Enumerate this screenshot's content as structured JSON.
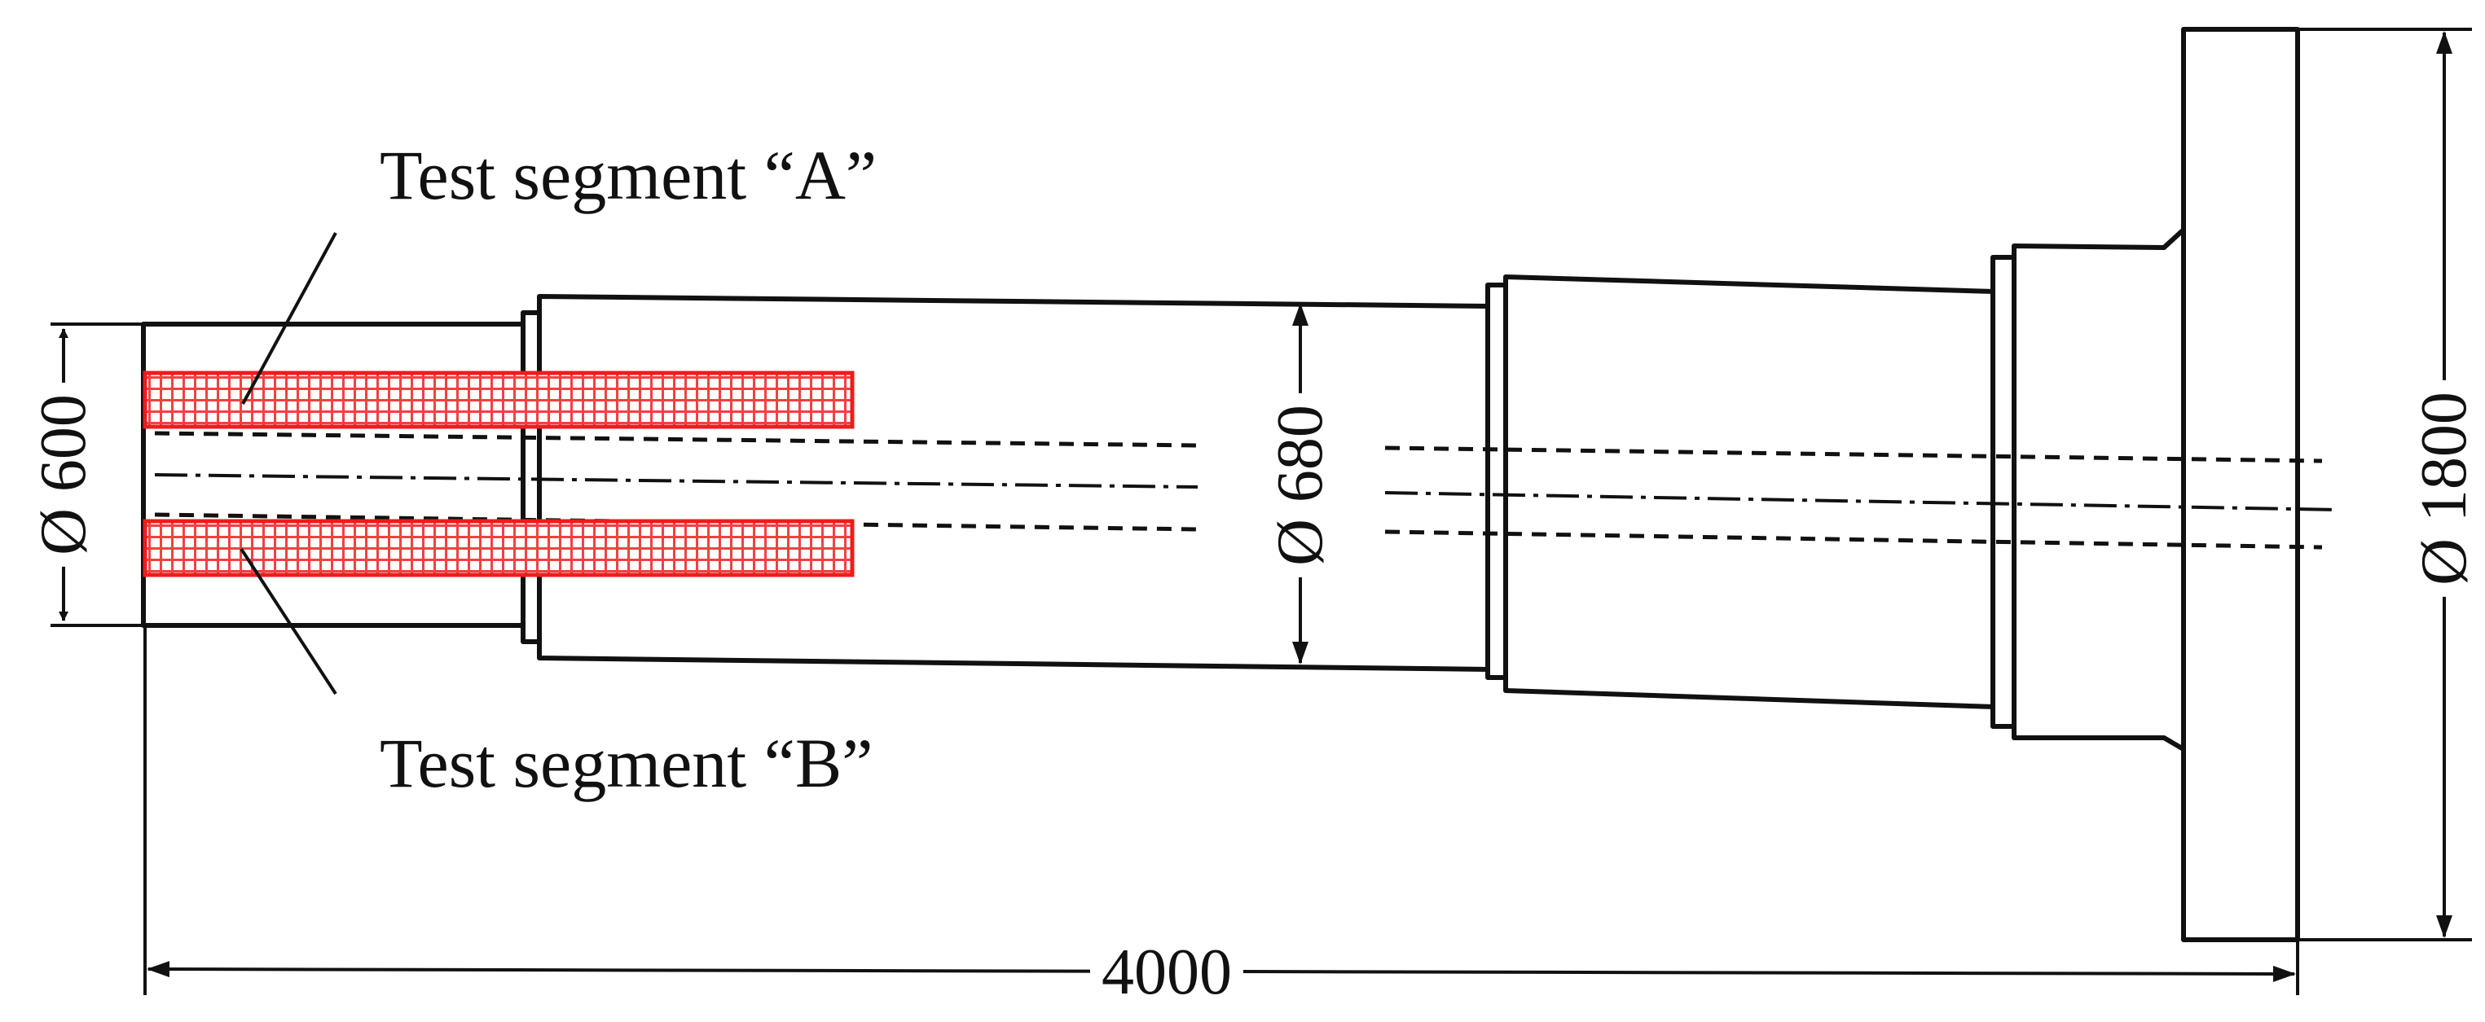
{
  "segments": [
    {
      "id": "A",
      "label": "Test segment “A”"
    },
    {
      "id": "B",
      "label": "Test segment “B”"
    }
  ],
  "dimensions": {
    "left_diameter": "Ø 600",
    "middle_diameter": "Ø 680",
    "flange_diameter": "Ø 1800",
    "total_length": "4000"
  },
  "colors": {
    "segment_fill": "#f24141",
    "segment_edge": "#ee1c1c",
    "line": "#111111"
  }
}
